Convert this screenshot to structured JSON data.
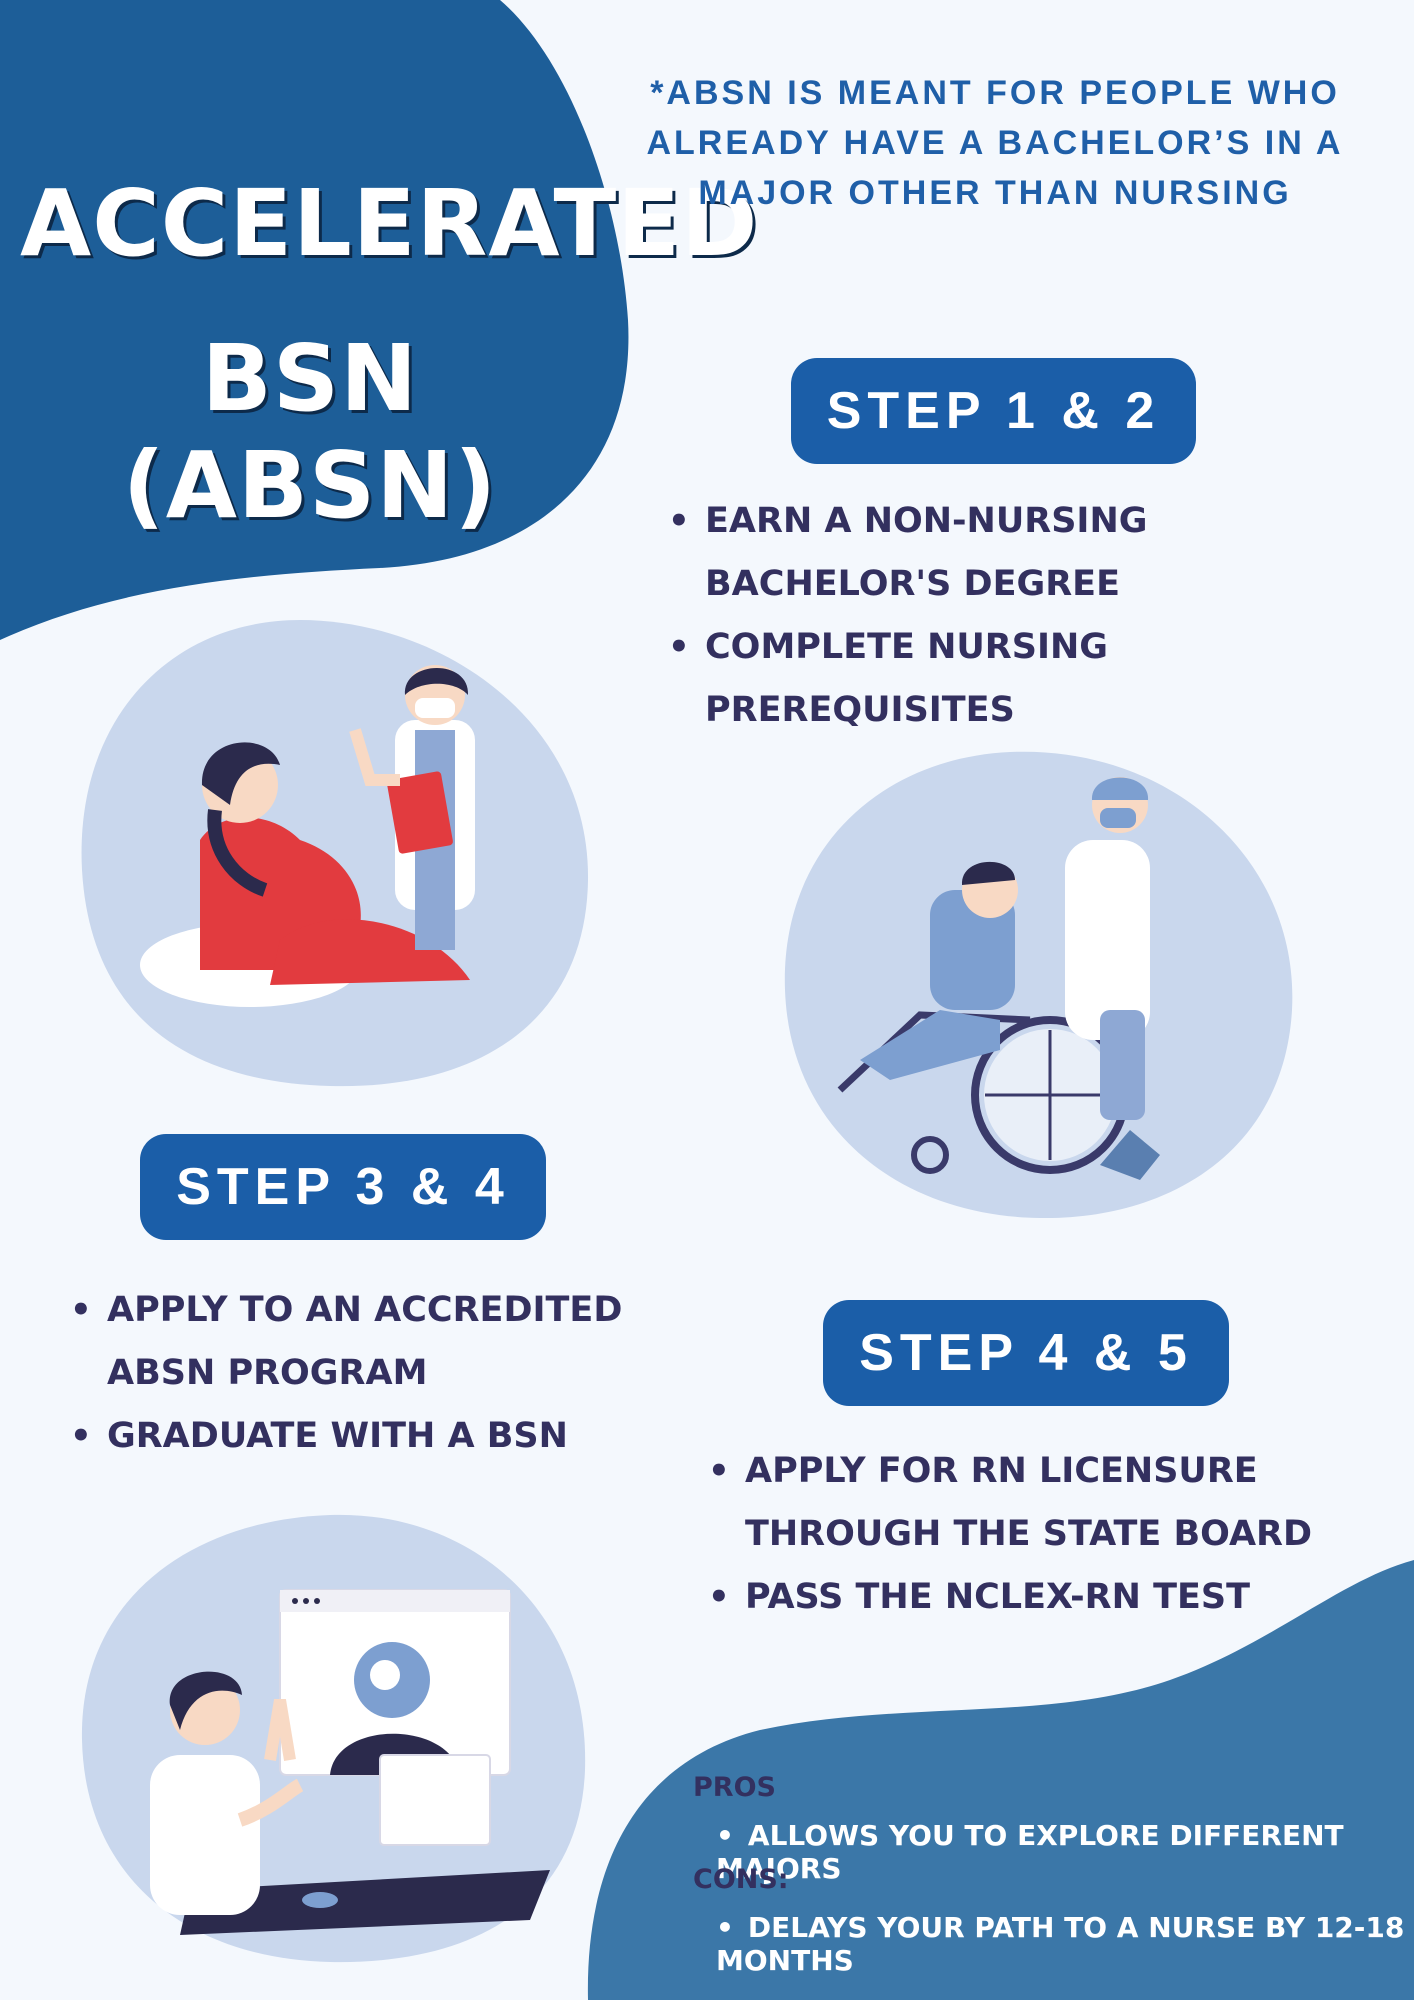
{
  "title": {
    "line1": "ACCELERATED",
    "line2": "BSN (ABSN)"
  },
  "note": "*ABSN IS MEANT FOR PEOPLE WHO ALREADY HAVE A BACHELOR’S IN A MAJOR OTHER THAN NURSING",
  "steps": [
    {
      "label": "STEP 1 & 2",
      "items": [
        "EARN A NON-NURSING BACHELOR'S DEGREE",
        "COMPLETE NURSING PREREQUISITES"
      ]
    },
    {
      "label": "STEP 3 & 4",
      "items": [
        "APPLY TO AN ACCREDITED ABSN PROGRAM",
        "GRADUATE WITH A BSN"
      ]
    },
    {
      "label": "STEP 4 & 5",
      "items": [
        "APPLY FOR RN LICENSURE THROUGH THE STATE BOARD",
        "PASS THE NCLEX-RN TEST"
      ]
    }
  ],
  "pros_cons": {
    "pros_heading": "PROS",
    "pros": [
      "ALLOWS YOU TO EXPLORE DIFFERENT MAJORS"
    ],
    "cons_heading": "CONS:",
    "cons": [
      "DELAYS YOUR PATH TO A NURSE BY 12-18 MONTHS"
    ]
  },
  "illustrations": [
    "nurse-with-pregnant-patient",
    "nurse-pushing-wheelchair",
    "doctor-telehealth-call"
  ],
  "colors": {
    "background": "#f4f8fd",
    "dark_blue": "#1b5ea8",
    "bottom_blob": "#3b77a8",
    "text_navy": "#33305f",
    "light_blob": "#c9d7ed"
  }
}
